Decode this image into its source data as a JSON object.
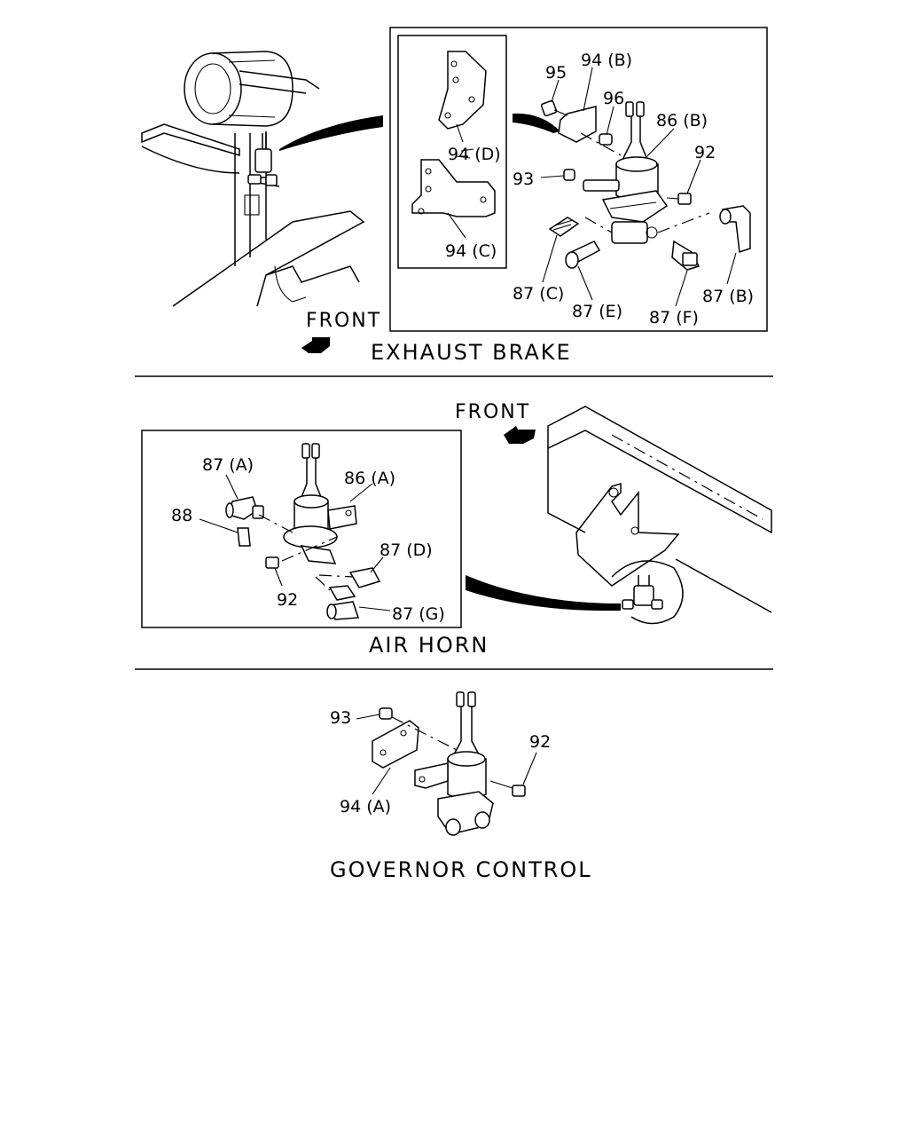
{
  "exhaust_brake": {
    "caption": "EXHAUST BRAKE",
    "front_label": "FRONT",
    "labels": {
      "p95": "95",
      "p94b": "94 (B)",
      "p96": "96",
      "p86b": "86 (B)",
      "p92": "92",
      "p93": "93",
      "p94d": "94 (D)",
      "p94c": "94 (C)",
      "p87c": "87 (C)",
      "p87e": "87 (E)",
      "p87f": "87 (F)",
      "p87b": "87 (B)"
    }
  },
  "air_horn": {
    "caption": "AIR HORN",
    "front_label": "FRONT",
    "labels": {
      "p87a": "87 (A)",
      "p86a": "86 (A)",
      "p88": "88",
      "p87d": "87 (D)",
      "p92": "92",
      "p87g": "87 (G)"
    }
  },
  "governor_control": {
    "caption": "GOVERNOR CONTROL",
    "labels": {
      "p93": "93",
      "p92": "92",
      "p94a": "94 (A)"
    }
  }
}
